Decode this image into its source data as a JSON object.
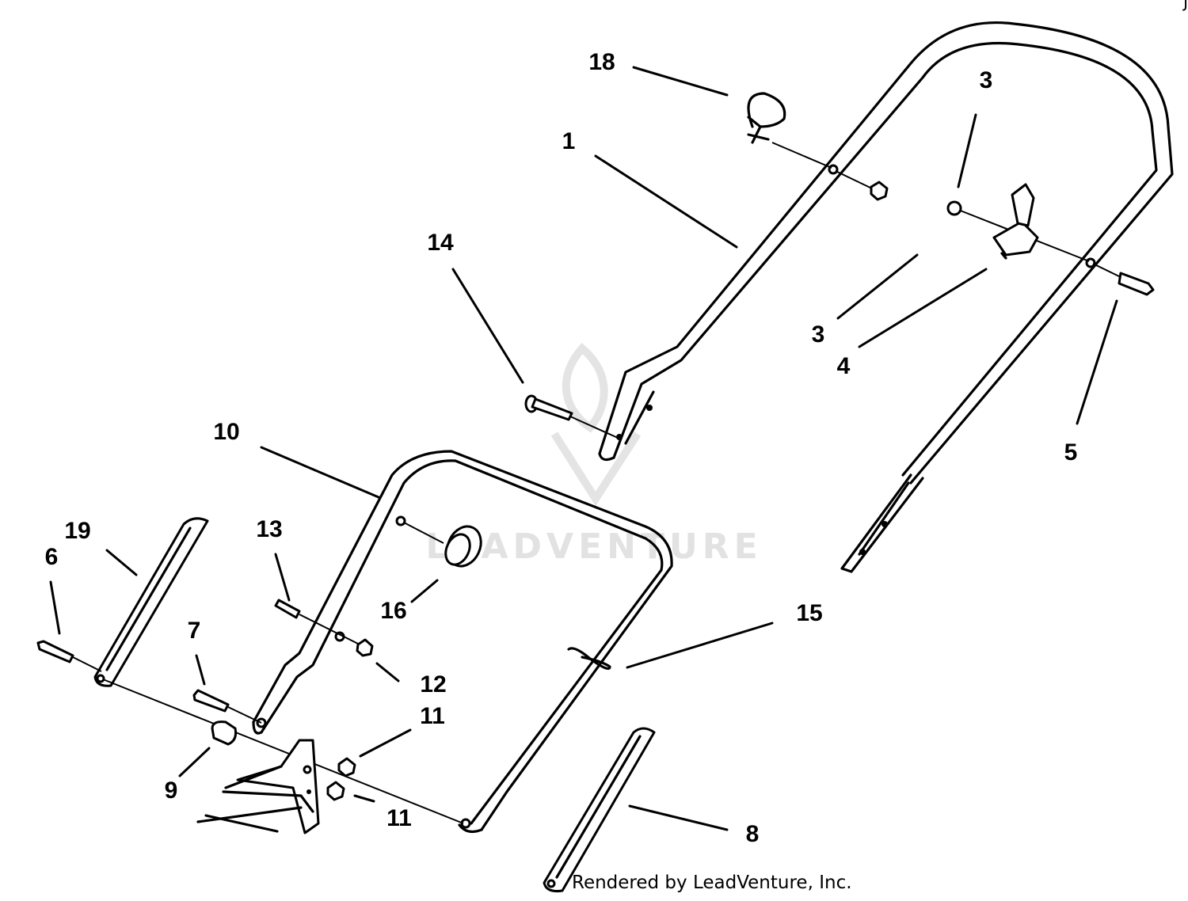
{
  "watermark": {
    "brand": "LEADVENTURE"
  },
  "credit": "Rendered by LeadVenture, Inc.",
  "corner_mark": "J",
  "callouts": {
    "c1": "1",
    "c3a": "3",
    "c3b": "3",
    "c4": "4",
    "c5": "5",
    "c6": "6",
    "c7": "7",
    "c8": "8",
    "c9": "9",
    "c10": "10",
    "c11a": "11",
    "c11b": "11",
    "c12": "12",
    "c13": "13",
    "c14": "14",
    "c15": "15",
    "c16": "16",
    "c18": "18",
    "c19": "19"
  }
}
